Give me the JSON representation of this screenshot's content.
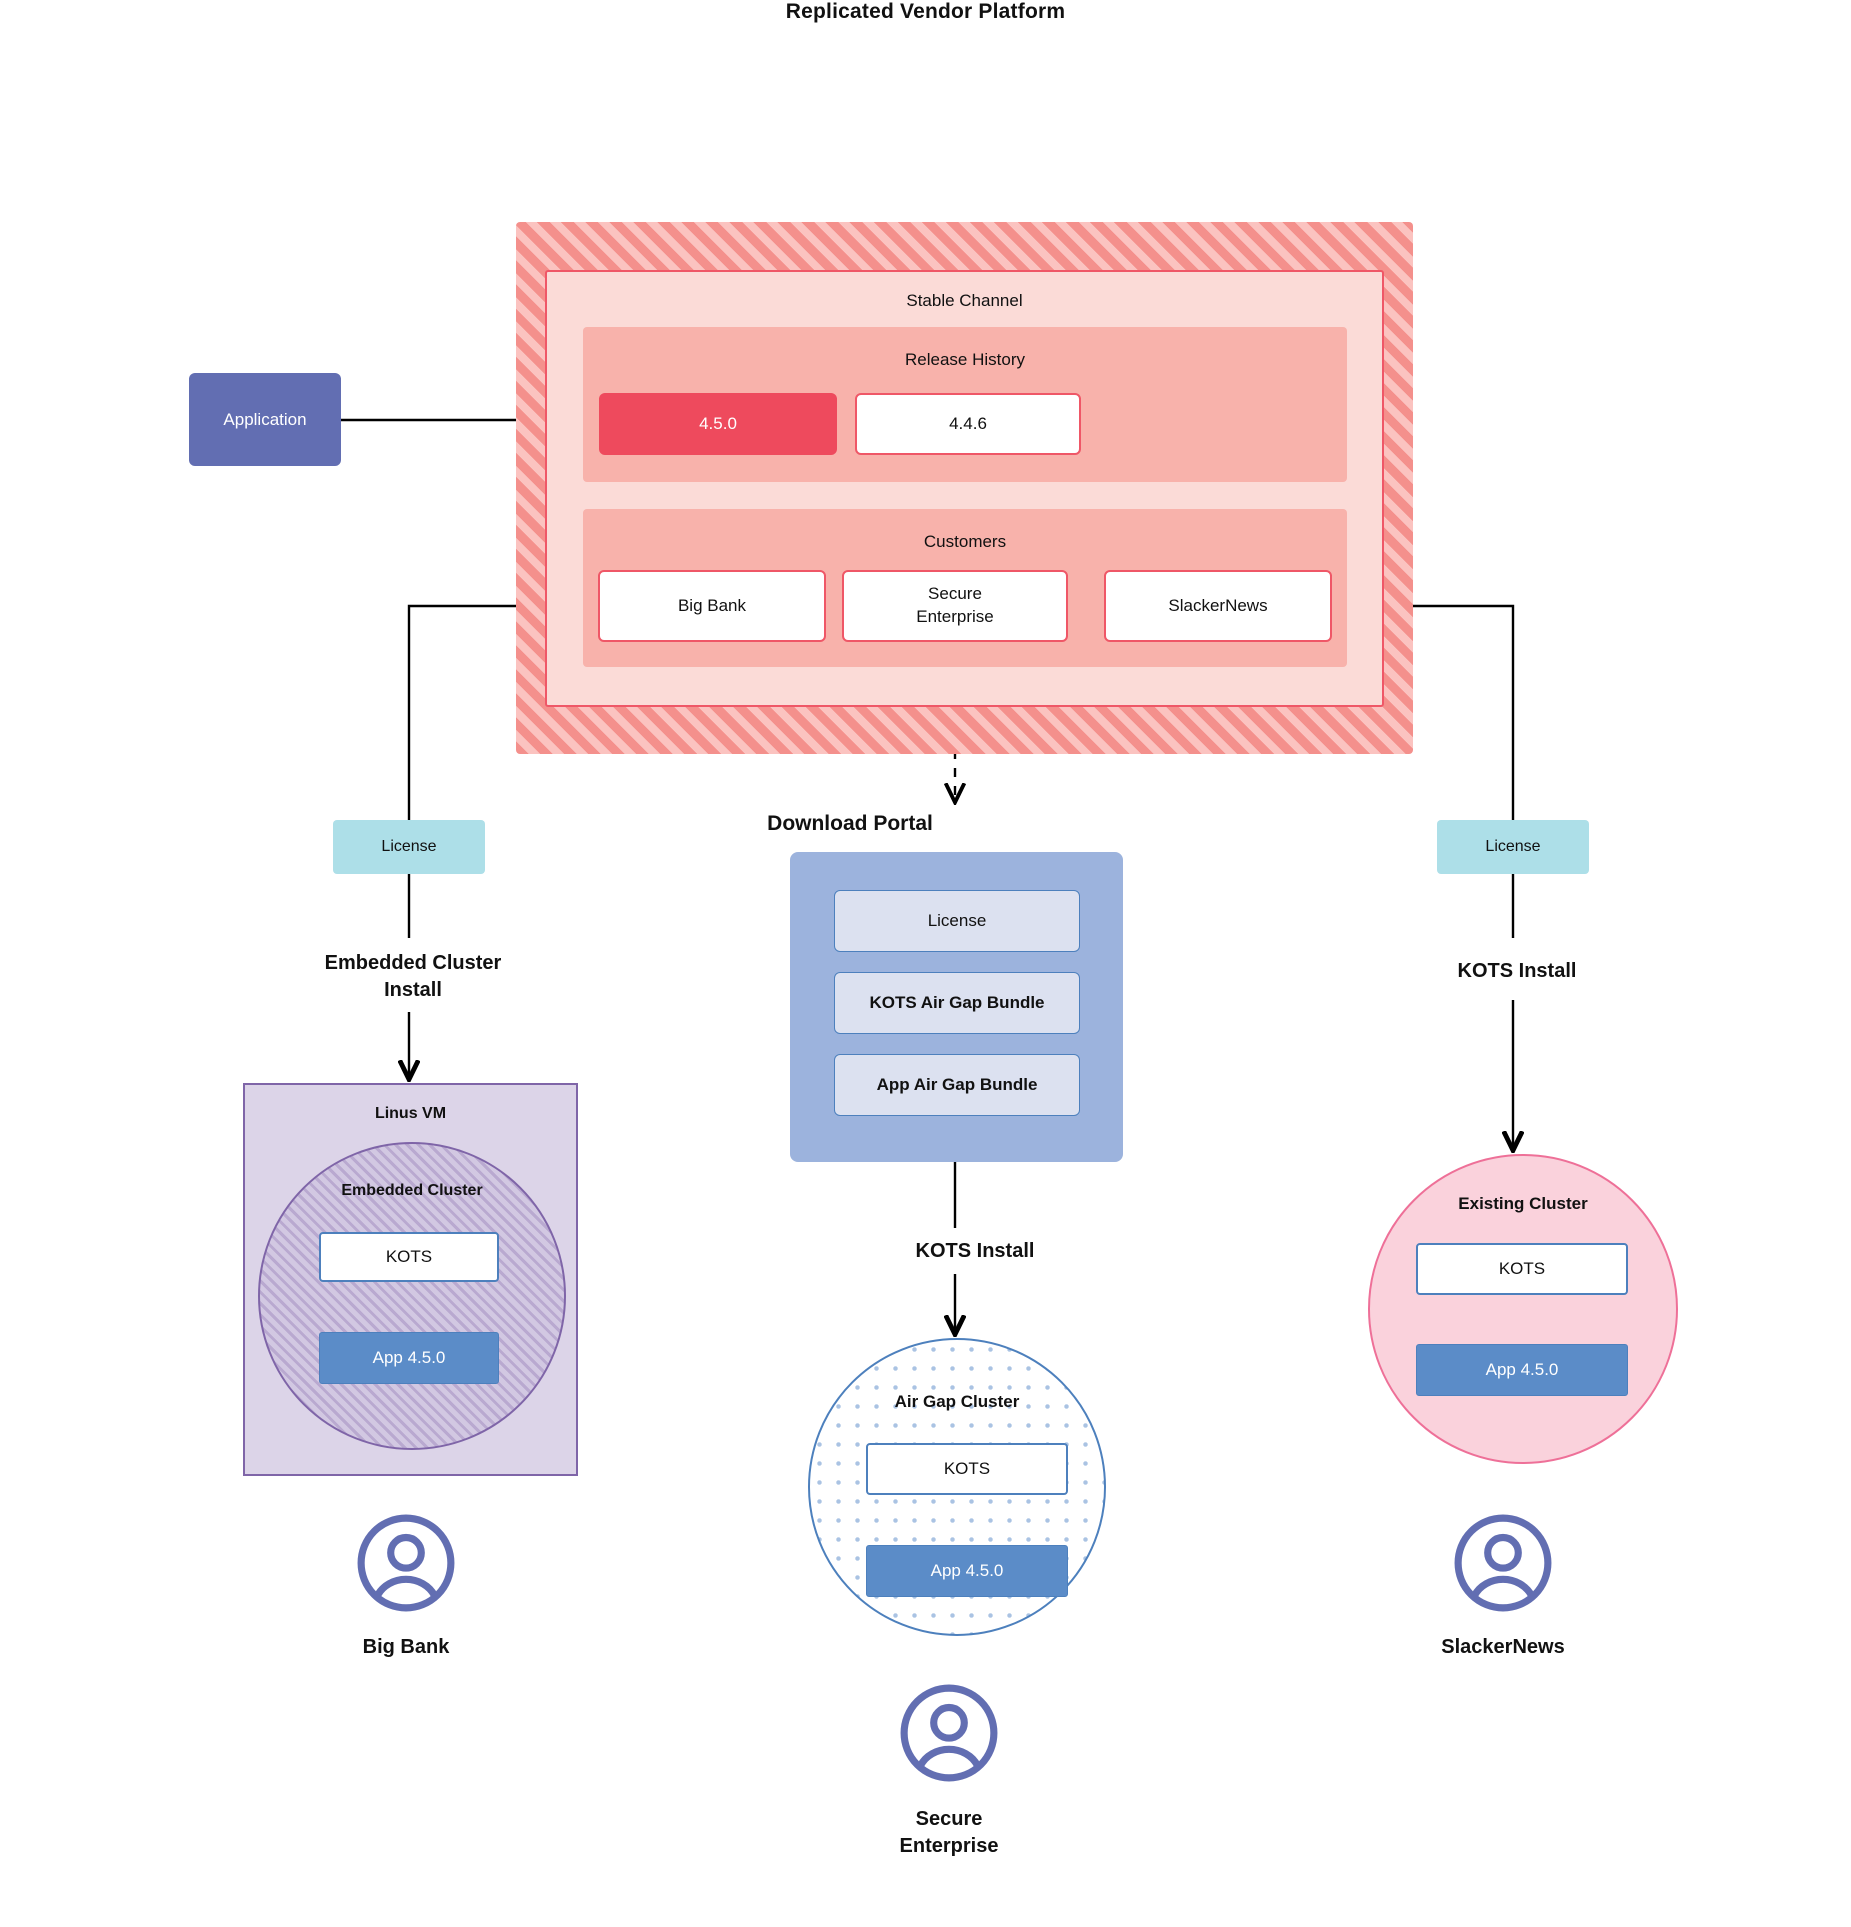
{
  "diagram": {
    "title": "Replicated Vendor Platform",
    "application": {
      "label": "Application"
    },
    "vendor_platform": {
      "title": "Replicated Vendor Platform",
      "channel": {
        "label": "Stable Channel",
        "release_history": {
          "label": "Release History",
          "releases": [
            {
              "version": "4.5.0",
              "state": "current",
              "color": "#ee4a5d"
            },
            {
              "version": "4.4.6",
              "state": "previous",
              "color": "#ffffff"
            }
          ]
        },
        "customers": {
          "label": "Customers",
          "items": [
            {
              "name": "Big Bank"
            },
            {
              "name": "Secure\nEnterprise"
            },
            {
              "name": "SlackerNews"
            }
          ]
        }
      }
    },
    "license_chips": [
      {
        "label": "License",
        "side": "left"
      },
      {
        "label": "License",
        "side": "right"
      }
    ],
    "install_labels": {
      "embedded": "Embedded Cluster\nInstall",
      "kots_right": "KOTS Install",
      "kots_middle": "KOTS Install"
    },
    "download_portal": {
      "title": "Download  Portal",
      "items": [
        {
          "label": "License"
        },
        {
          "label": "KOTS Air Gap Bundle"
        },
        {
          "label": "App Air Gap Bundle"
        }
      ]
    },
    "linux_vm": {
      "label": "Linus VM",
      "embedded_cluster": {
        "label": "Embedded Cluster",
        "kots": "KOTS",
        "app": "App 4.5.0"
      }
    },
    "air_gap_cluster": {
      "label": "Air Gap Cluster",
      "kots": "KOTS",
      "app": "App 4.5.0"
    },
    "existing_cluster": {
      "label": "Existing Cluster",
      "kots": "KOTS",
      "app": "App 4.5.0"
    },
    "personas": [
      {
        "name": "Big Bank"
      },
      {
        "name": "Secure\nEnterprise"
      },
      {
        "name": "SlackerNews"
      }
    ],
    "colors": {
      "vendor_hatch": "#f4908c",
      "channel_bg": "#fbdbd7",
      "section_bg": "#f8b2ab",
      "release_current": "#ee4a5d",
      "red_border": "#ef5767",
      "application": "#626eb2",
      "license_chip": "#addfe8",
      "portal": "#9cb3dd",
      "portal_item": "#dce1f0",
      "blue_border": "#4d80bd",
      "app_box": "#5b8cc8",
      "vm_bg": "#dcd4e8",
      "vm_border": "#7f65a8",
      "pink_circle": "#fad2dc",
      "pink_border": "#ee7098",
      "persona": "#626eb2",
      "line": "#000000"
    }
  }
}
